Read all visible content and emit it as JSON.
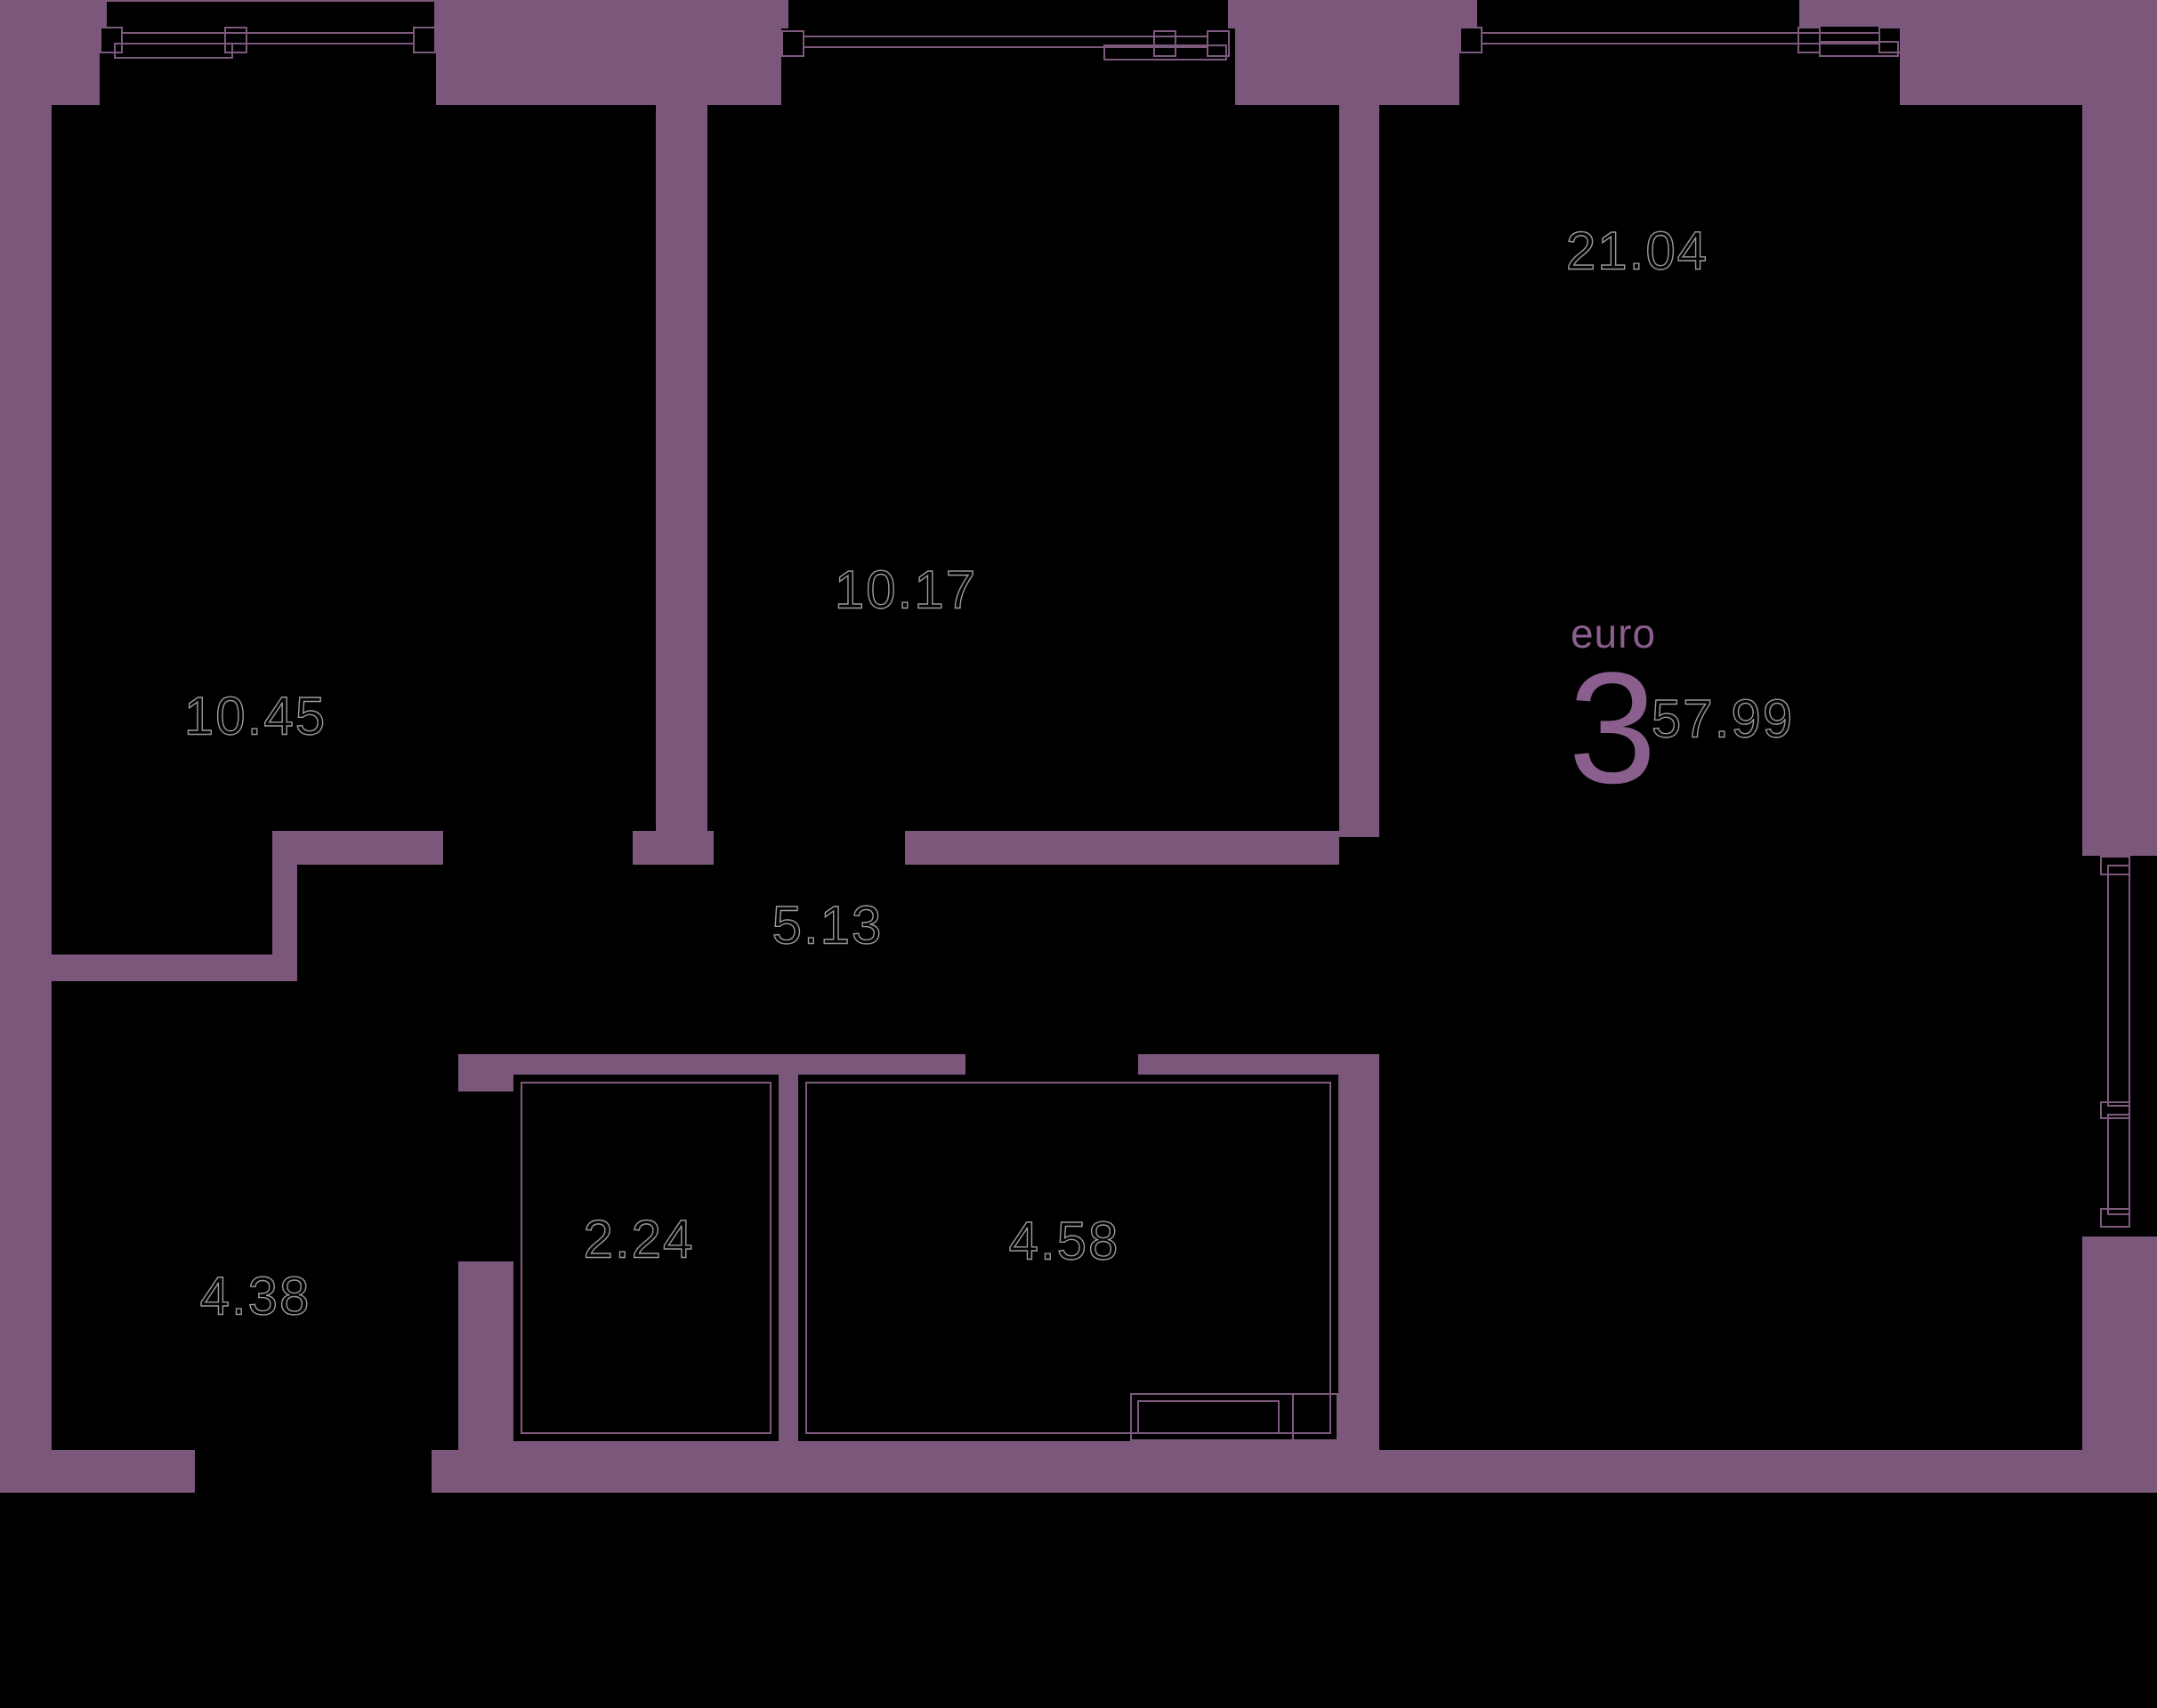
{
  "apartment": {
    "type_label": "euro",
    "rooms_count": "3",
    "total_area": "57.99"
  },
  "rooms": [
    {
      "id": "living-kitchen",
      "area": "21.04"
    },
    {
      "id": "bedroom-left",
      "area": "10.45"
    },
    {
      "id": "bedroom-middle",
      "area": "10.17"
    },
    {
      "id": "corridor",
      "area": "5.13"
    },
    {
      "id": "bathroom-small",
      "area": "2.24"
    },
    {
      "id": "bathroom-large",
      "area": "4.58"
    },
    {
      "id": "hallway",
      "area": "4.38"
    }
  ],
  "colors": {
    "wall": "#7a577b",
    "room_fill": "#000000",
    "detail_line": "#7d597e",
    "area_label_outline": "#9b9b9b",
    "accent_text": "#8a5f8e"
  }
}
